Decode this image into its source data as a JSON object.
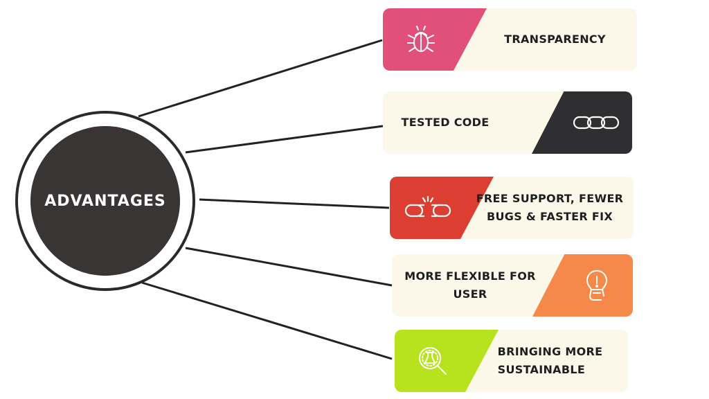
{
  "hub": {
    "label": "ADVANTAGES"
  },
  "items": [
    {
      "label_lines": [
        "TRANSPARENCY"
      ],
      "icon": "bug-icon",
      "color": "#e0507a"
    },
    {
      "label_lines": [
        "TESTED CODE"
      ],
      "icon": "chain-link-icon",
      "color": "#2f2f31"
    },
    {
      "label_lines": [
        "FREE SUPPORT, FEWER",
        "BUGS & FASTER FIX"
      ],
      "icon": "broken-chain-icon",
      "color": "#dc3f31"
    },
    {
      "label_lines": [
        "MORE FLEXIBLE FOR",
        "USER"
      ],
      "icon": "lightbulb-hand-icon",
      "color": "#f5894a"
    },
    {
      "label_lines": [
        "BRINGING MORE",
        "SUSTAINABLE"
      ],
      "icon": "magnifier-flask-icon",
      "color": "#b6e31e"
    }
  ]
}
